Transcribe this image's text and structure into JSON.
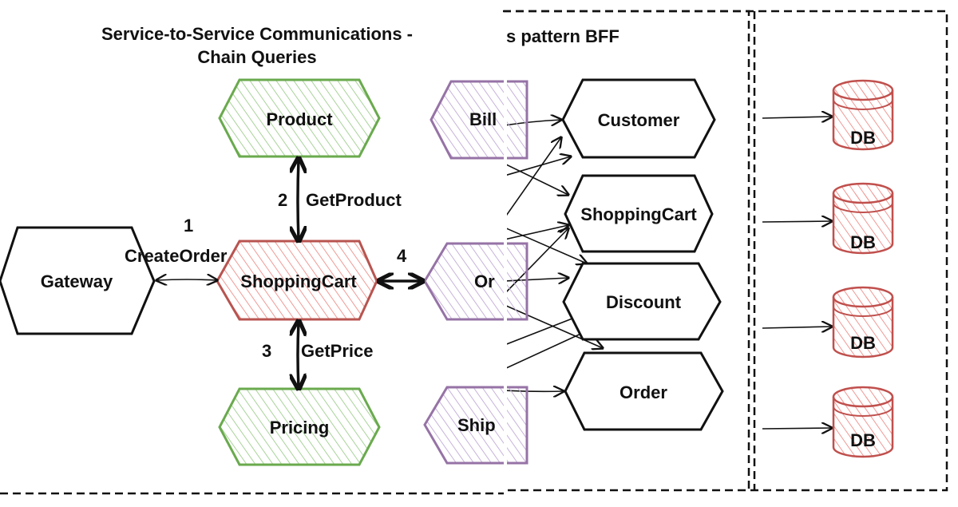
{
  "left_panel": {
    "title_line1": "Service-to-Service Communications -",
    "title_line2": "Chain Queries",
    "nodes": {
      "product": "Product",
      "gateway": "Gateway",
      "shoppingcart": "ShoppingCart",
      "pricing": "Pricing",
      "billing_partial": "Bill",
      "order_partial": "Or",
      "shipping_partial": "Ship"
    },
    "edges": {
      "step1_num": "1",
      "step1_label": "CreateOrder",
      "step2_num": "2",
      "step2_label": "GetProduct",
      "step3_num": "3",
      "step3_label": "GetPrice",
      "step4_num": "4"
    }
  },
  "right_panel": {
    "title_partial": "s pattern BFF",
    "services": [
      "Customer",
      "ShoppingCart",
      "Discount",
      "Order"
    ],
    "databases": [
      "DB",
      "DB",
      "DB",
      "DB"
    ]
  },
  "colors": {
    "green": "#6aaa4e",
    "green_fill": "#cfe8c4",
    "red": "#b85450",
    "red_fill": "#f2b8b5",
    "purple": "#9673a6",
    "purple_fill": "#ddd0e8",
    "black": "#111111",
    "db_stroke": "#c0504d"
  }
}
